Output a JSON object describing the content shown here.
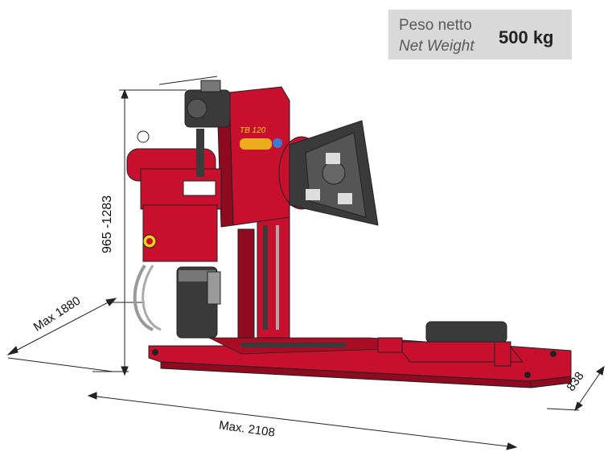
{
  "weight": {
    "label_it": "Peso netto",
    "label_en": "Net Weight",
    "value": "500 kg"
  },
  "dimensions": {
    "height": "965 -1283",
    "depth": "Max 1880",
    "length": "Max. 2108",
    "width": "838"
  },
  "machine": {
    "model_label": "TB 120",
    "brand_logo": "mg-logo"
  },
  "colors": {
    "body_red": "#c8102e",
    "dark_red": "#8e0a1f",
    "grey_motor": "#3a3a3a",
    "box_bg": "#d9d9d9",
    "yellow_text": "#f2d21b"
  }
}
